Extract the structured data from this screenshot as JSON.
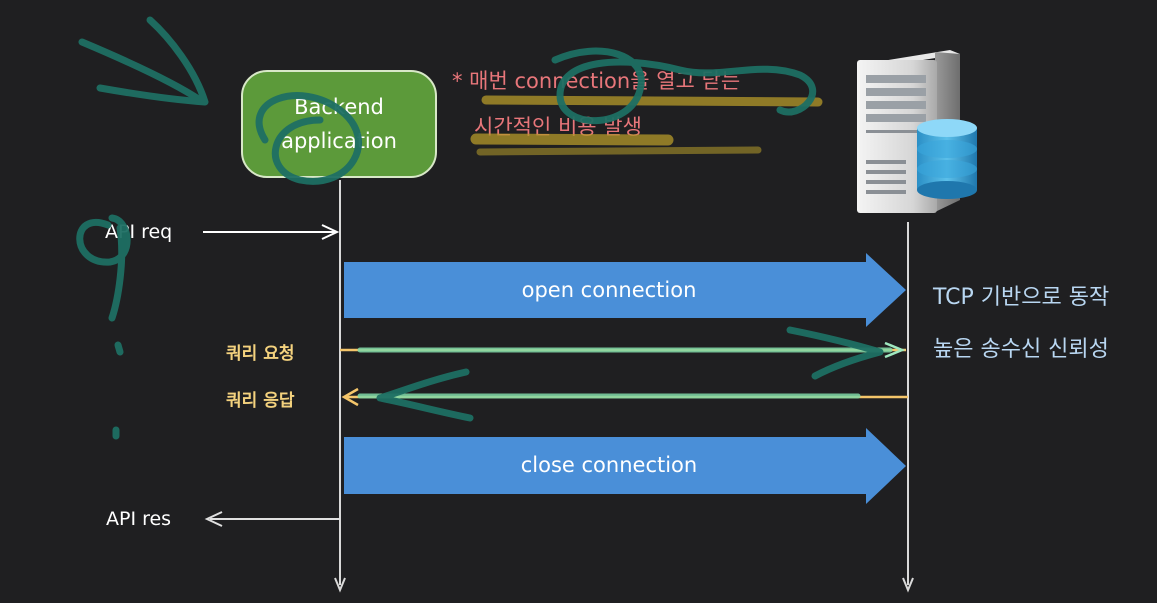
{
  "backend": {
    "line1": "Backend",
    "line2": "application"
  },
  "note": {
    "line1": "* 매번 connection을 열고 닫는",
    "line2": "시간적인 비용 발생"
  },
  "left_labels": {
    "api_req": "API req",
    "query_request": "쿼리 요청",
    "query_response": "쿼리 응답",
    "api_res": "API res"
  },
  "bands": {
    "open": "open connection",
    "close": "close connection"
  },
  "tcp_note": {
    "line1": "TCP 기반으로 동작",
    "line2": "높은 송수신 신뢰성"
  },
  "server": {
    "icon": "database-server-icon"
  },
  "colors": {
    "background": "#1f1f21",
    "backend_fill": "#5c9a3a",
    "band_fill": "#4a90d9",
    "note_text": "#e8767a",
    "request_line": "#f4c56a",
    "annotation_teal": "#1e6f63"
  }
}
